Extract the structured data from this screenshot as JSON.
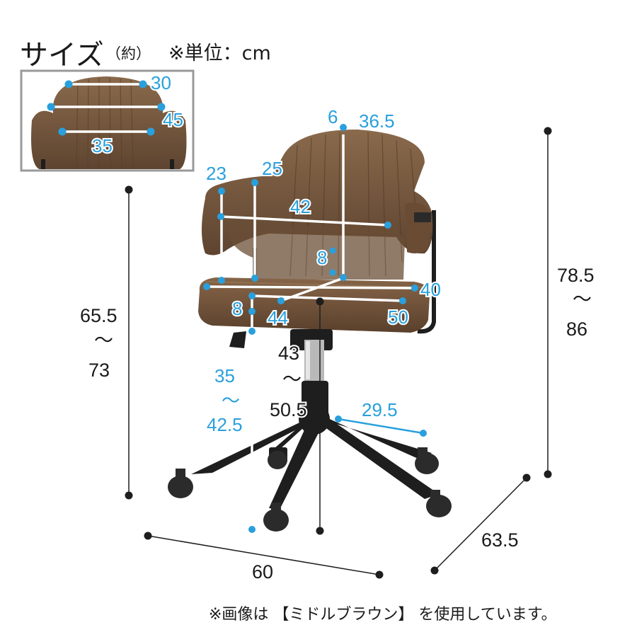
{
  "header": {
    "title": "サイズ",
    "title_note": "（約）",
    "unit_label": "※単位：cm"
  },
  "inset": {
    "labels": [
      "30",
      "45",
      "35"
    ]
  },
  "dimensions_blue": {
    "back_top_thickness": "6",
    "back_height": "36.5",
    "arm_height_front": "23",
    "arm_height_back": "25",
    "inner_width": "42",
    "seat_thickness_back": "8",
    "seat_depth": "40",
    "seat_thickness_front": "8",
    "seat_depth_front": "44",
    "seat_width": "50",
    "seat_height_min": "35",
    "seat_height_tilde": "〜",
    "seat_height_max": "42.5",
    "caster_radius": "29.5"
  },
  "dimensions_black": {
    "arm_height_min": "65.5",
    "arm_height_tilde": "〜",
    "arm_height_max": "73",
    "total_height_min": "78.5",
    "total_height_tilde": "〜",
    "total_height_max": "86",
    "seat_floor_min": "43",
    "seat_floor_tilde": "〜",
    "seat_floor_max": "50.5",
    "width": "60",
    "depth": "63.5"
  },
  "footer": {
    "note": "※画像は 【ミドルブラウン】 を使用しています。"
  },
  "colors": {
    "leather": "#7a5a3f",
    "leather_dark": "#5e4430",
    "accent_blue": "#29a0dd",
    "frame_black": "#1e1e1e"
  }
}
